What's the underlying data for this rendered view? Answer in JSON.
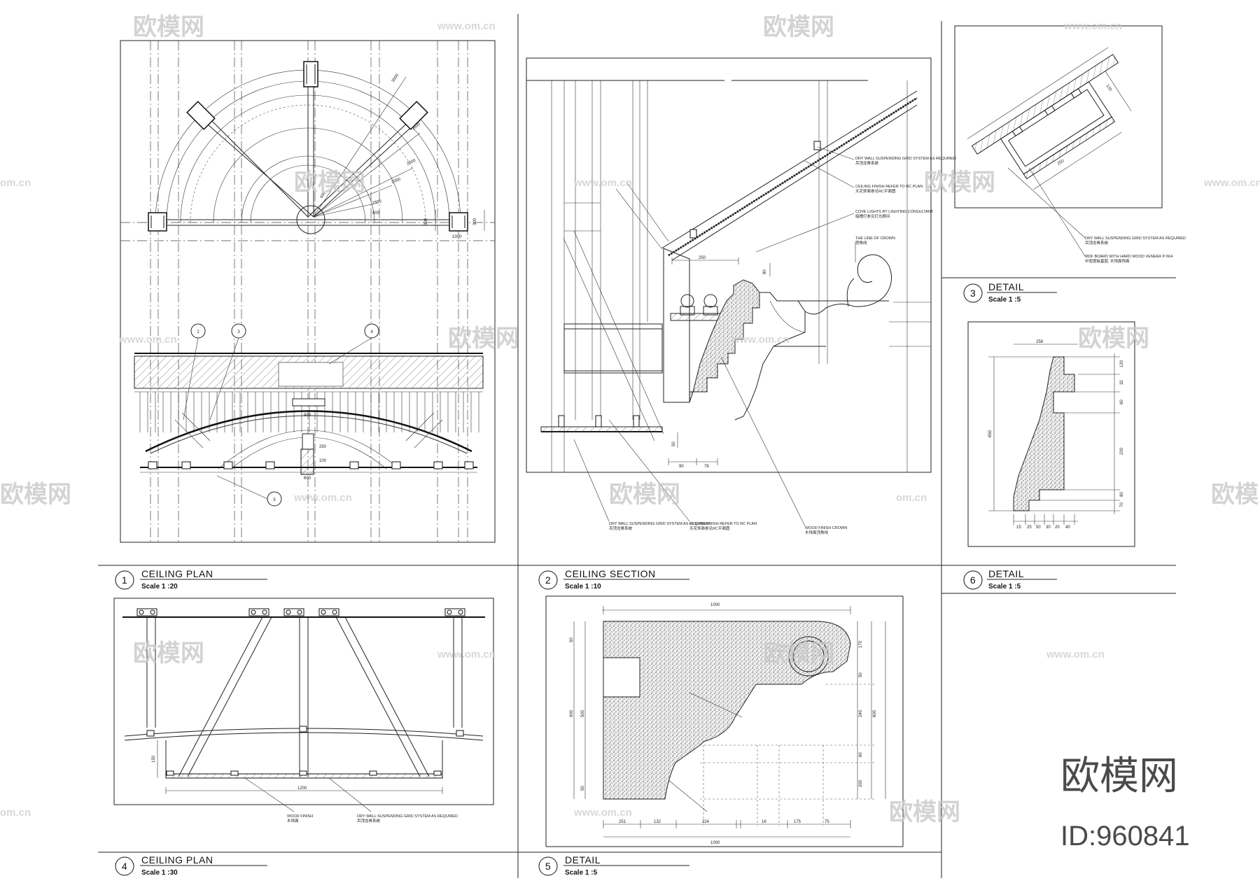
{
  "drawings": [
    {
      "number": "1",
      "title": "CEILING PLAN",
      "scale": "Scale 1 :20"
    },
    {
      "number": "2",
      "title": "CEILING SECTION",
      "scale": "Scale 1 :10"
    },
    {
      "number": "3",
      "title": "DETAIL",
      "scale": "Scale 1 :5"
    },
    {
      "number": "4",
      "title": "CEILING PLAN",
      "scale": "Scale 1 :30"
    },
    {
      "number": "5",
      "title": "DETAIL",
      "scale": "Scale 1 :5"
    },
    {
      "number": "6",
      "title": "DETAIL",
      "scale": "Scale 1 :5"
    }
  ],
  "notes": {
    "section_drywall": "DRY WALL SUSPENDING GRID SYSTEM AS REQUIRED",
    "section_drywall_cn": "吊顶龙骨系统",
    "section_ceiling_finish": "CEILING FINISH REFER TO RC PLAN",
    "section_ceiling_finish_cn": "天花饰面参见RC平面图",
    "section_cove": "COVE LIGHTS BY LIGHTING CONSULTANT",
    "section_cove_cn": "暗槽灯参见灯光顾问",
    "section_crown": "THE LINE OF CROWN",
    "section_crown_cn": "顶角线",
    "section_bottom_drywall": "DRY WALL SUSPENDING GRID SYSTEM AS REQUIRED",
    "section_bottom_drywall_cn": "吊顶龙骨系统",
    "section_bottom_finish": "CEILING FINISH REFER TO RC PLAN",
    "section_bottom_finish_cn": "天花饰面参见RC平面图",
    "section_wood": "WOOD FINISH CROWN",
    "section_wood_cn": "木饰面顶角线",
    "detail3_drywall": "DRY WALL SUSPENDING GRID SYSTEM AS REQUIRED",
    "detail3_drywall_cn": "吊顶龙骨系统",
    "detail3_mdf": "MDF BOARD WITH HARD WOOD VENEER P-564",
    "detail3_mdf_cn": "中密度板基层, 木饰面饰面",
    "plan4_wood": "WOOD FINISH",
    "plan4_wood_cn": "木饰面",
    "plan4_drywall": "DRY WALL SUSPENDING GRID SYSTEM AS REQUIRED",
    "plan4_drywall_cn": "吊顶龙骨系统"
  },
  "dimensions": {
    "plan1": [
      "600",
      "900",
      "1500",
      "2000",
      "2500",
      "2600",
      "3000",
      "300",
      "400",
      "1000",
      "250",
      "100"
    ],
    "section2": [
      "250",
      "80",
      "50",
      "90",
      "78"
    ],
    "detail3": [
      "120",
      "250"
    ],
    "detail6": [
      "258",
      "120",
      "32",
      "60",
      "220",
      "80",
      "70",
      "650",
      "15",
      "25",
      "50",
      "30",
      "20",
      "40"
    ],
    "plan4": [
      "1200",
      "150"
    ],
    "detail5_top": "1000",
    "detail5_bottom": [
      "251",
      "132",
      "224",
      "16",
      "175",
      "75"
    ],
    "detail5_total": "1000",
    "detail5_left": [
      "50",
      "500",
      "900",
      "50"
    ],
    "detail5_right": [
      "170",
      "50",
      "240",
      "60",
      "600",
      "200"
    ]
  },
  "watermark": {
    "brand": "欧模网",
    "url": "www.om.cn",
    "domain": "om.cn",
    "corner_brand": "欧模网",
    "id": "ID:960841"
  }
}
